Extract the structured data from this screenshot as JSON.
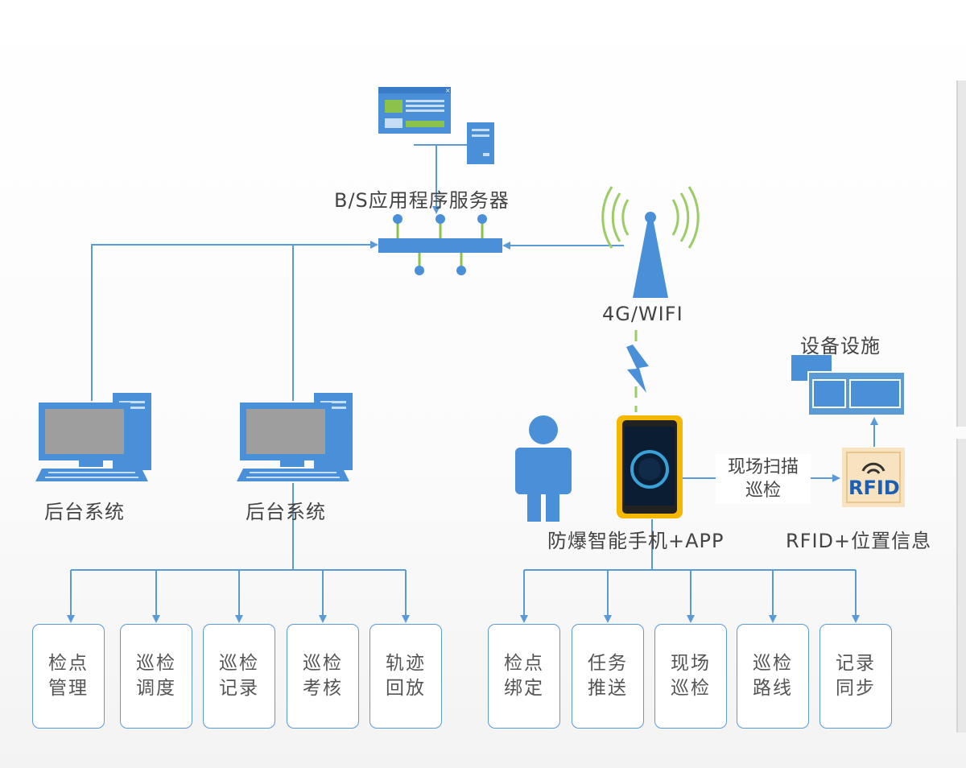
{
  "server": {
    "label": "B/S应用程序服务器"
  },
  "network": {
    "label": "4G/WIFI"
  },
  "backend": [
    {
      "label": "后台系统"
    },
    {
      "label": "后台系统"
    }
  ],
  "phone": {
    "label": "防爆智能手机+APP"
  },
  "scan": {
    "line1": "现场扫描",
    "line2": "巡检"
  },
  "rfid": {
    "label": "RFID+位置信息",
    "tag_text": "RFID"
  },
  "equipment": {
    "label": "设备设施"
  },
  "backend_functions": [
    {
      "line1": "检点",
      "line2": "管理"
    },
    {
      "line1": "巡检",
      "line2": "调度"
    },
    {
      "line1": "巡检",
      "line2": "记录"
    },
    {
      "line1": "巡检",
      "line2": "考核"
    },
    {
      "line1": "轨迹",
      "line2": "回放"
    }
  ],
  "app_functions": [
    {
      "line1": "检点",
      "line2": "绑定"
    },
    {
      "line1": "任务",
      "line2": "推送"
    },
    {
      "line1": "现场",
      "line2": "巡检"
    },
    {
      "line1": "巡检",
      "line2": "路线"
    },
    {
      "line1": "记录",
      "line2": "同步"
    }
  ],
  "colors": {
    "line": "#5b9bd5",
    "icon": "#4a90d9",
    "signal": "#9ccc65",
    "phone_frame": "#f5b800"
  }
}
